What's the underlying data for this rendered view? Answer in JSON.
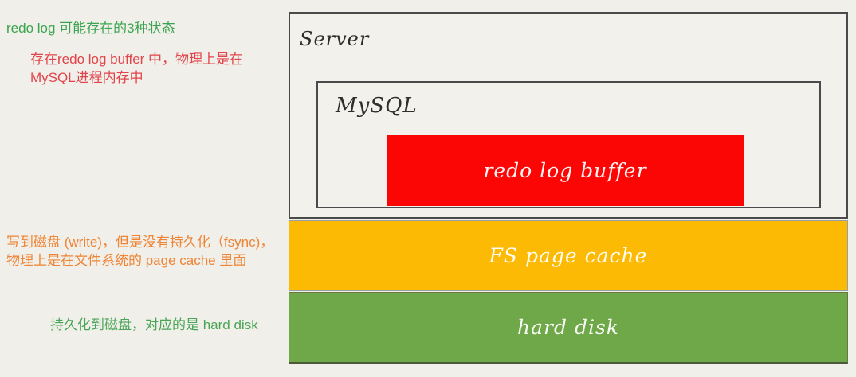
{
  "annotations": {
    "title": "redo log 可能存在的3种状态",
    "buffer_note_line1": "存在redo log buffer 中，物理上是在",
    "buffer_note_line2": "MySQL进程内存中",
    "page_cache_note_line1": "写到磁盘 (write)，但是没有持久化（fsync)，",
    "page_cache_note_line2": "物理上是在文件系统的 page cache 里面",
    "hard_disk_note": "持久化到磁盘，对应的是 hard disk"
  },
  "diagram": {
    "server_label": "Server",
    "mysql_label": "MySQL",
    "redo_log_buffer_label": "redo log buffer",
    "fs_page_cache_label": "FS page cache",
    "hard_disk_label": "hard disk"
  },
  "colors": {
    "page_background": "#f0efe9",
    "box_outline": "#4a4a4a",
    "redo_log_buffer_fill": "#fb0604",
    "fs_page_cache_fill": "#fcba04",
    "hard_disk_fill": "#6fa848",
    "title_text": "#3ca450",
    "buffer_note_text": "#e2444b",
    "page_cache_note_text": "#ef8435",
    "hard_disk_note_text": "#49a556"
  }
}
